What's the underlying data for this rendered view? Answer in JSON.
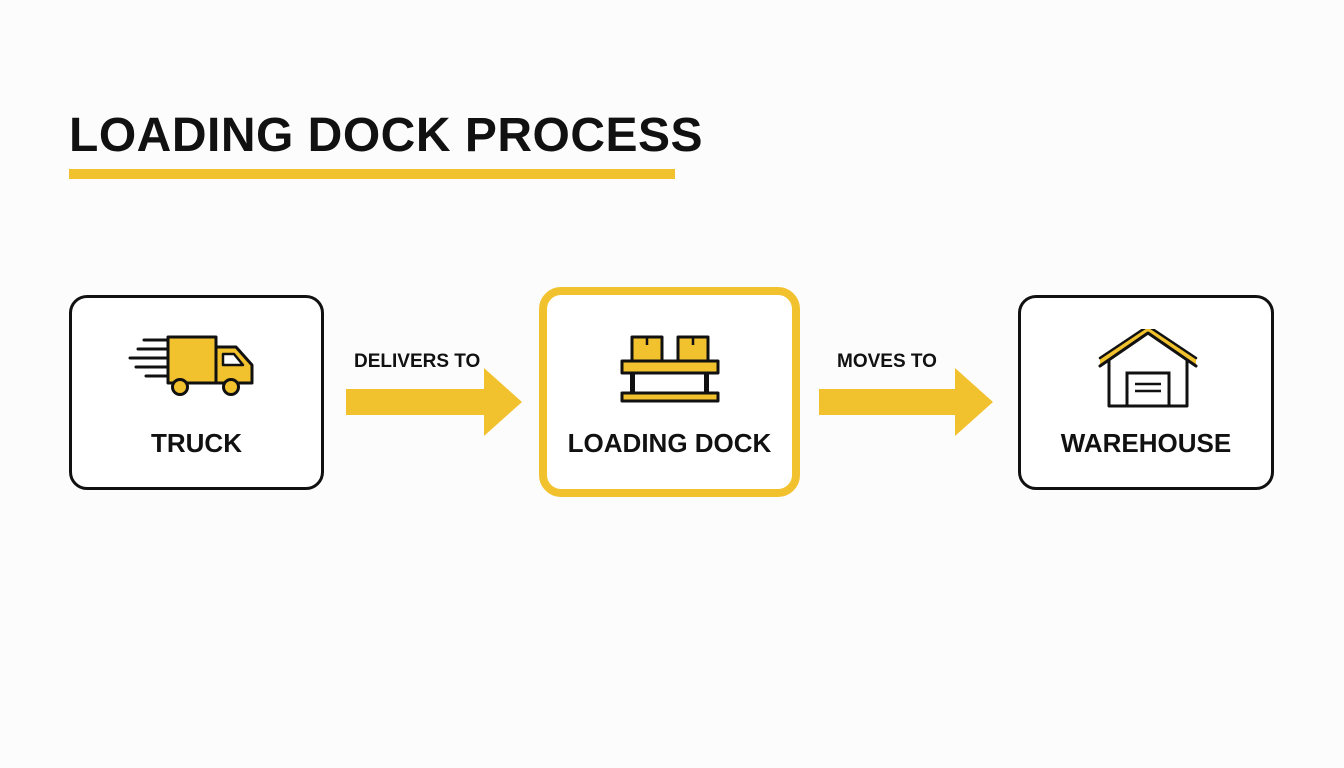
{
  "title": "LOADING DOCK PROCESS",
  "colors": {
    "accent": "#f2c12e",
    "ink": "#111111",
    "background": "#fcfcfc"
  },
  "nodes": [
    {
      "id": "truck",
      "label": "TRUCK",
      "icon": "truck-icon",
      "highlighted": false
    },
    {
      "id": "loading-dock",
      "label": "LOADING DOCK",
      "icon": "pallet-boxes-icon",
      "highlighted": true
    },
    {
      "id": "warehouse",
      "label": "WAREHOUSE",
      "icon": "warehouse-icon",
      "highlighted": false
    }
  ],
  "edges": [
    {
      "from": "truck",
      "to": "loading-dock",
      "label": "DELIVERS TO"
    },
    {
      "from": "loading-dock",
      "to": "warehouse",
      "label": "MOVES TO"
    }
  ]
}
